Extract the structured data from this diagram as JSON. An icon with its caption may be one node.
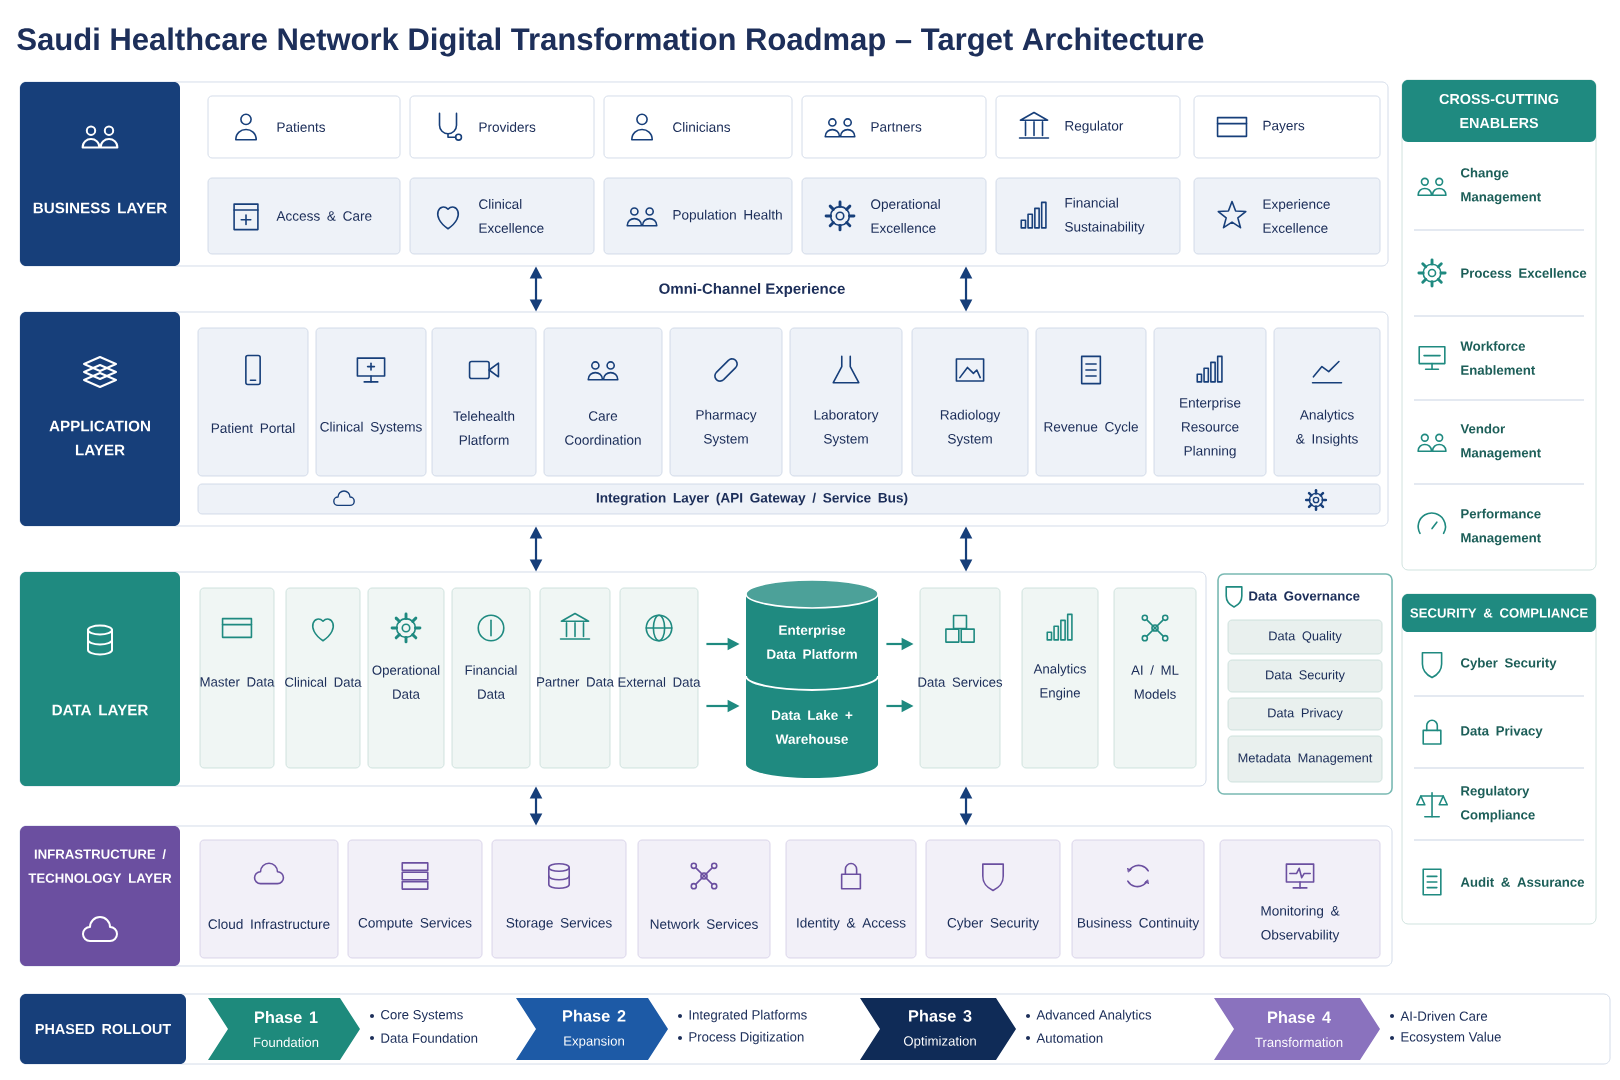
{
  "diagram": {
    "title": "Saudi Healthcare Network Digital Transformation Roadmap – Target Architecture",
    "nodes": [
      {
        "text": [
          "BUSINESS LAYER"
        ]
      },
      {
        "text": [
          "Patients"
        ],
        "in": 0
      },
      {
        "text": [
          "Providers"
        ],
        "in": 0
      },
      {
        "text": [
          "Clinicians"
        ],
        "in": 0
      },
      {
        "text": [
          "Partners"
        ],
        "in": 0
      },
      {
        "text": [
          "Regulator"
        ],
        "in": 0
      },
      {
        "text": [
          "Payers"
        ],
        "in": 0
      },
      {
        "text": [
          "Access & Care"
        ],
        "in": 0
      },
      {
        "text": [
          "Clinical Excellence"
        ],
        "in": 0
      },
      {
        "text": [
          "Population Health"
        ],
        "in": 0
      },
      {
        "text": [
          "Operational Excellence"
        ],
        "in": 0
      },
      {
        "text": [
          "Financial Sustainability"
        ],
        "in": 0
      },
      {
        "text": [
          "Experience Excellence"
        ],
        "in": 0
      },
      {
        "text": [
          "APPLICATION LAYER"
        ]
      },
      {
        "text": [
          "Patient Portal"
        ],
        "in": 13
      },
      {
        "text": [
          "Clinical Systems"
        ],
        "in": 13
      },
      {
        "text": [
          "Telehealth Platform"
        ],
        "in": 13
      },
      {
        "text": [
          "Care Coordination"
        ],
        "in": 13
      },
      {
        "text": [
          "Pharmacy System"
        ],
        "in": 13
      },
      {
        "text": [
          "Laboratory System"
        ],
        "in": 13
      },
      {
        "text": [
          "Radiology System"
        ],
        "in": 13
      },
      {
        "text": [
          "Revenue Cycle"
        ],
        "in": 13
      },
      {
        "text": [
          "Enterprise Resource Planning"
        ],
        "in": 13
      },
      {
        "text": [
          "Analytics & Insights"
        ],
        "in": 13
      },
      {
        "text": [
          "Integration Layer (API Gateway / Service Bus)"
        ],
        "in": 13
      },
      {
        "text": [
          "DATA LAYER"
        ]
      },
      {
        "text": [
          "Master Data"
        ],
        "in": 25
      },
      {
        "text": [
          "Clinical Data"
        ],
        "in": 25
      },
      {
        "text": [
          "Operational Data"
        ],
        "in": 25
      },
      {
        "text": [
          "Financial Data"
        ],
        "in": 25
      },
      {
        "text": [
          "Partner Data"
        ],
        "in": 25
      },
      {
        "text": [
          "External Data"
        ],
        "in": 25
      },
      {
        "text": [
          "Enterprise Data Platform"
        ],
        "in": 25
      },
      {
        "text": [
          "Data Lake + Warehouse"
        ],
        "in": 25
      },
      {
        "text": [
          "Data Services"
        ],
        "in": 25
      },
      {
        "text": [
          "Analytics Engine"
        ],
        "in": 25
      },
      {
        "text": [
          "AI / ML Models"
        ],
        "in": 25
      },
      {
        "text": [
          "Data Governance"
        ]
      },
      {
        "text": [
          "Data Quality"
        ],
        "in": 37
      },
      {
        "text": [
          "Data Security"
        ],
        "in": 37
      },
      {
        "text": [
          "Data Privacy"
        ],
        "in": 37
      },
      {
        "text": [
          "Metadata Management"
        ],
        "in": 37
      },
      {
        "text": [
          "INFRASTRUCTURE / TECHNOLOGY LAYER"
        ]
      },
      {
        "text": [
          "Cloud Infrastructure"
        ],
        "in": 42
      },
      {
        "text": [
          "Compute Services"
        ],
        "in": 42
      },
      {
        "text": [
          "Storage Services"
        ],
        "in": 42
      },
      {
        "text": [
          "Network Services"
        ],
        "in": 42
      },
      {
        "text": [
          "Identity & Access"
        ],
        "in": 42
      },
      {
        "text": [
          "Cyber Security"
        ],
        "in": 42
      },
      {
        "text": [
          "Business Continuity"
        ],
        "in": 42
      },
      {
        "text": [
          "Monitoring & Observability"
        ],
        "in": 42
      },
      {
        "text": [
          "CROSS-CUTTING ENABLERS"
        ]
      },
      {
        "text": [
          "Change Management"
        ],
        "in": 51
      },
      {
        "text": [
          "Process Excellence"
        ],
        "in": 51
      },
      {
        "text": [
          "Workforce Enablement"
        ],
        "in": 51
      },
      {
        "text": [
          "Vendor Management"
        ],
        "in": 51
      },
      {
        "text": [
          "Performance Management"
        ],
        "in": 51
      },
      {
        "text": [
          "SECURITY & COMPLIANCE"
        ]
      },
      {
        "text": [
          "Cyber Security"
        ],
        "in": 57
      },
      {
        "text": [
          "Data Privacy"
        ],
        "in": 57
      },
      {
        "text": [
          "Regulatory Compliance"
        ],
        "in": 57
      },
      {
        "text": [
          "Audit & Assurance"
        ],
        "in": 57
      },
      {
        "text": [
          "PHASED ROLLOUT"
        ]
      },
      {
        "text": [
          "Phase 1",
          "Foundation"
        ],
        "beside": [
          "Core Systems",
          "Data Foundation"
        ]
      },
      {
        "text": [
          "Phase 2",
          "Expansion"
        ],
        "beside": [
          "Integrated Platforms",
          "Process Digitization"
        ]
      },
      {
        "text": [
          "Phase 3",
          "Optimization"
        ],
        "beside": [
          "Advanced Analytics",
          "Automation"
        ]
      },
      {
        "text": [
          "Phase 4",
          "Transformation"
        ],
        "beside": [
          "AI-Driven Care",
          "Ecosystem Value"
        ]
      }
    ],
    "edges": [
      {
        "from": 0,
        "to": 13,
        "arrow": "both"
      },
      {
        "from": 0,
        "to": 13,
        "arrow": "both"
      },
      {
        "from": 13,
        "to": 25,
        "arrow": "both"
      },
      {
        "from": 13,
        "to": 25,
        "arrow": "both"
      },
      {
        "from": 25,
        "to": 42,
        "arrow": "both"
      },
      {
        "from": 25,
        "to": 42,
        "arrow": "both"
      },
      {
        "from": 31,
        "to": 32,
        "arrow": "to",
        "color": "#1f8a80"
      },
      {
        "from": 31,
        "to": 33,
        "arrow": "to",
        "color": "#1f8a80"
      },
      {
        "from": 32,
        "to": 34,
        "arrow": "to",
        "color": "#1f8a80"
      },
      {
        "from": 33,
        "to": 34,
        "arrow": "to",
        "color": "#1f8a80"
      }
    ],
    "labels": [
      "Omni-Channel Experience"
    ]
  }
}
